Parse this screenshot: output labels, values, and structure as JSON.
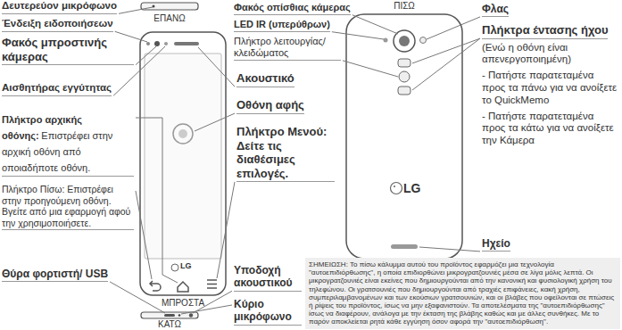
{
  "diagram": {
    "labels": [
      "Δευτερεύον μικρόφωνο",
      "ΕΠΑΝΩ",
      "Ένδειξη ειδοποιήσεων",
      "Φακός μπροστινής κάμερας",
      "Αισθητήρας εγγύτητας",
      "Πλήκτρο αρχικής οθόνης:",
      "Επιστρέφει στην αρχική οθόνη από οποιαδήποτε οθόνη.",
      "Πλήκτρο Πίσω: Επιστρέφει στην προηγούμενη οθόνη. Βγείτε από μια εφαρμογή αφού την χρησιμοποιήσετε.",
      "ΜΠΡΟΣΤΑ",
      "Θύρα φορτιστή/ USB",
      "ΚΑΤΩ",
      "LG",
      "Ακουστικό",
      "Οθόνη αφής",
      "Πλήκτρο Μενού: Δείτε τις διαθέσιμες επιλογές.",
      "Υποδοχή ακουστικού",
      "Κύριο μικρόφωνο",
      "ΠΙΣΩ",
      "Φακός οπίσθιας κάμερας",
      "LED IR (υπερύθρων)",
      "Πλήκτρο λειτουργίας/ κλειδώματος",
      "LG",
      "Φλας",
      "Πλήκτρα έντασης ήχου",
      "(Ενώ η οθόνη είναι απενεργοποιημένη)",
      "- Πατήστε παρατεταμένα προς τα πάνω για να ανοίξετε το QuickMemo",
      "- Πατήστε παρατεταμένα προς τα κάτω για να ανοίξετε την Κάμερα",
      "Ηχείο",
      "ΣΗΜΕΙΩΣΗ: Το πίσω κάλυμμα αυτού του προϊόντος εφαρμόζει μια τεχνολογία \"αυτοεπιδιόρθωσης\", η οποία επιδιορθώνει μικρογρατζουνιές μέσα σε λίγα μόλις λεπτά. Οι μικρογρατζουνιές είναι εκείνες που δημιουργούνται από την κανονική και φυσιολογική χρήση του τηλεφώνου. Οι γρατσουνιές που δημιουργούνται από τραχιές επιφάνειες, κακή χρήση, συμπεριλαμβανομένων και των εκούσιων γρατσουνιών, και οι βλάβες που οφείλονται σε πτώσεις ή ρίψεις του προϊόντος, ίσως να μην εξαφανιστούν. Τα αποτελέσματα της \"αυτοεπιδιόρθωσης\" ίσως να διαφέρουν, ανάλογα με την έκταση της βλάβης καθώς και με άλλες συνθήκες. Με το παρόν αποκλείεται ρητά κάθε εγγύηση όσον αφορά την \"αυτοεπιδιόρθωση\"."
    ]
  }
}
